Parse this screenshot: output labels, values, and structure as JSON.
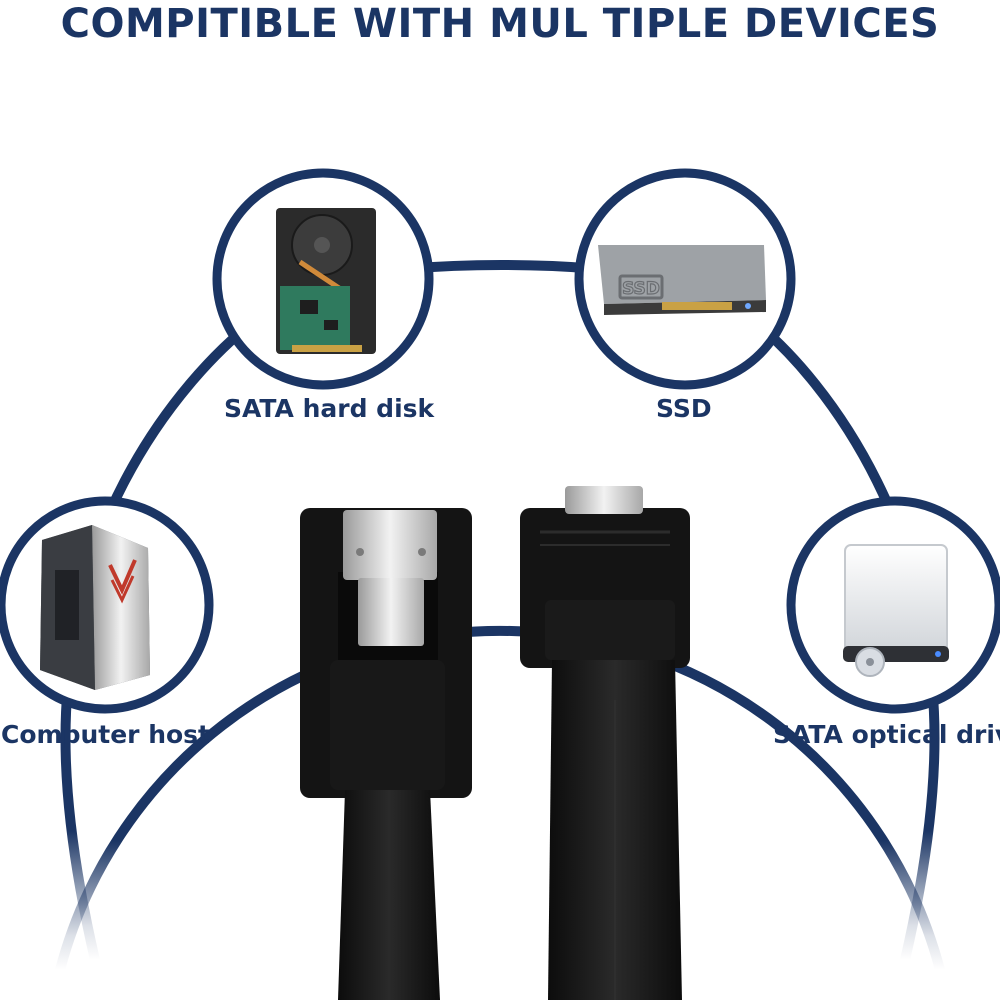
{
  "headline": "COMPITIBLE WITH MUL TIPLE DEVICES",
  "devices": [
    {
      "label": "SATA hard disk",
      "icon": "hard-disk-icon"
    },
    {
      "label": "SSD",
      "icon": "ssd-icon",
      "badge": "SSD"
    },
    {
      "label": "Computer host",
      "icon": "computer-case-icon"
    },
    {
      "label": "SATA optical driv",
      "icon": "optical-drive-icon"
    }
  ],
  "product": {
    "icon": "sata-cable-connectors-icon"
  },
  "colors": {
    "navy": "#1b3564",
    "cable": "#151515",
    "metal": "#c9c9c9"
  }
}
